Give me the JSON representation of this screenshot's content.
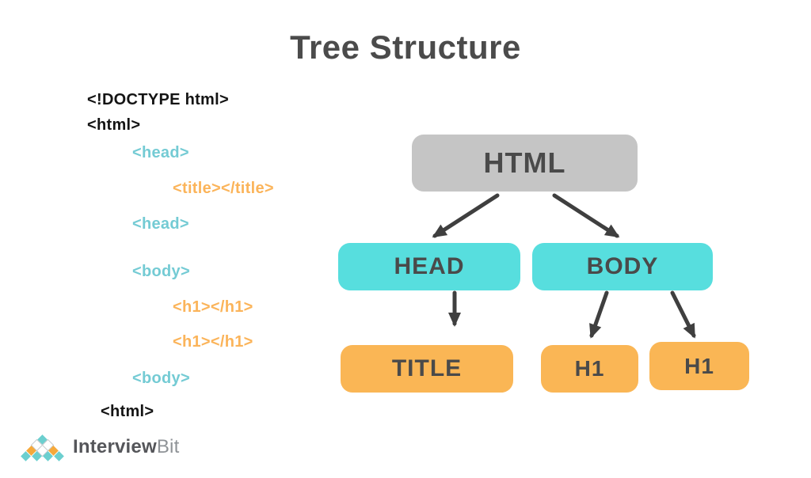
{
  "page_title": "Tree Structure",
  "code": {
    "lines": [
      {
        "text": "<!DOCTYPE html>",
        "style": "black",
        "indent": 0
      },
      {
        "text": "<html>",
        "style": "black",
        "indent": 0
      },
      {
        "text": "<head>",
        "style": "teal",
        "indent": 1
      },
      {
        "text": "<title></title>",
        "style": "orange",
        "indent": 2
      },
      {
        "text": "<head>",
        "style": "teal",
        "indent": 1
      },
      {
        "text": "<body>",
        "style": "teal",
        "indent": 1
      },
      {
        "text": "<h1></h1>",
        "style": "orange",
        "indent": 2
      },
      {
        "text": "<h1></h1>",
        "style": "orange",
        "indent": 2
      },
      {
        "text": "<body>",
        "style": "teal",
        "indent": 1
      },
      {
        "text": "<html>",
        "style": "black",
        "indent": 0
      }
    ]
  },
  "tree": {
    "nodes": [
      {
        "id": "html",
        "label": "HTML",
        "level": 1
      },
      {
        "id": "head",
        "label": "HEAD",
        "level": 2
      },
      {
        "id": "body",
        "label": "BODY",
        "level": 2
      },
      {
        "id": "title",
        "label": "TITLE",
        "level": 3
      },
      {
        "id": "h1-left",
        "label": "H1",
        "level": 3
      },
      {
        "id": "h1-right",
        "label": "H1",
        "level": 3
      }
    ],
    "edges": [
      {
        "from": "html",
        "to": "head"
      },
      {
        "from": "html",
        "to": "body"
      },
      {
        "from": "head",
        "to": "title"
      },
      {
        "from": "body",
        "to": "h1-left"
      },
      {
        "from": "body",
        "to": "h1-right"
      }
    ]
  },
  "colors": {
    "node_root_bg": "#c5c5c5",
    "node_level2_bg": "#57dede",
    "node_level3_bg": "#fab655",
    "node_text": "#4a4a4a",
    "arrow": "#3f3f3f",
    "title_text": "#4b4b4b",
    "code_black": "#141414",
    "code_teal": "#74cbd4",
    "code_orange": "#fbb45a"
  },
  "logo": {
    "brand_bold": "Interview",
    "brand_light": "Bit",
    "pyramid_rows": [
      [
        "teal"
      ],
      [
        "white",
        "white"
      ],
      [
        "orange",
        "white",
        "orange"
      ],
      [
        "teal",
        "teal",
        "teal",
        "teal"
      ]
    ],
    "teal": "#6ccfcf",
    "orange": "#f6a93b",
    "white": "#ffffff"
  }
}
